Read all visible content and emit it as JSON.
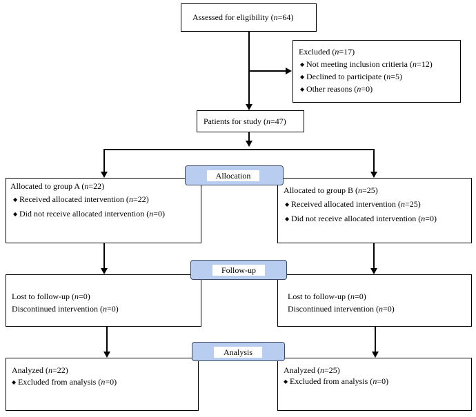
{
  "n_symbol": "n",
  "assessed": {
    "text": "Assessed for eligibility (",
    "close": "=64)"
  },
  "excluded": {
    "title": {
      "text": "Excluded (",
      "close": "=17)"
    },
    "items": [
      {
        "text": "Not meeting inclusion critieria (",
        "close": "=12)"
      },
      {
        "text": "Declined to participate (",
        "close": "=5)"
      },
      {
        "text": "Other reasons (",
        "close": "=0)"
      }
    ]
  },
  "patients": {
    "text": "Patients for study (",
    "close": "=47)"
  },
  "stages": {
    "allocation": "Allocation",
    "followup": "Follow-up",
    "analysis": "Analysis"
  },
  "group_a": {
    "allocated": {
      "text": "Allocated to group A (",
      "close": "=22)"
    },
    "received": {
      "text": "Received allocated intervention (",
      "close": "=22)"
    },
    "not_received": {
      "text": "Did not receive allocated intervention (",
      "close": "=0)"
    },
    "lost": {
      "text": "Lost to follow-up (",
      "close": "=0)"
    },
    "discontinued": {
      "text": "Discontinued intervention (",
      "close": "=0)"
    },
    "analyzed": {
      "text": "Analyzed (",
      "close": "=22)"
    },
    "excluded_analysis": {
      "text": "Excluded from analysis (",
      "close": "=0)"
    }
  },
  "group_b": {
    "allocated": {
      "text": "Allocated to group B (",
      "close": "=25)"
    },
    "received": {
      "text": "Received allocated intervention (",
      "close": "=25)"
    },
    "not_received": {
      "text": "Did not receive allocated intervention (",
      "close": "=0)"
    },
    "lost": {
      "text": "Lost to follow-up (",
      "close": "=0)"
    },
    "discontinued": {
      "text": "Discontinued intervention (",
      "close": "=0)"
    },
    "analyzed": {
      "text": "Analyzed (",
      "close": "=25)"
    },
    "excluded_analysis": {
      "text": "Excluded from analysis (",
      "close": "=0)"
    }
  }
}
